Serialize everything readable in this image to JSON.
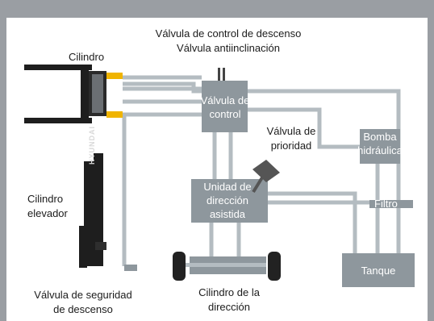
{
  "labels": {
    "cilindro": "Cilindro",
    "valvula_control_descenso": "Válvula de control de descenso",
    "valvula_antiinclinacion": "Válvula antiinclinación",
    "valvula_de_control_l1": "Válvula de",
    "valvula_de_control_l2": "control",
    "valvula_prioridad_l1": "Válvula de",
    "valvula_prioridad_l2": "prioridad",
    "bomba_l1": "Bomba",
    "bomba_l2": "hidráulica",
    "filtro": "Filtro",
    "unidad_l1": "Unidad de",
    "unidad_l2": "dirección",
    "unidad_l3": "asistida",
    "cilindro_elevador_l1": "Cilindro",
    "cilindro_elevador_l2": "elevador",
    "valvula_seguridad_l1": "Válvula de seguridad",
    "valvula_seguridad_l2": "de descenso",
    "cilindro_direccion_l1": "Cilindro de la",
    "cilindro_direccion_l2": "dirección",
    "tanque": "Tanque",
    "brand": "HYUNDAI"
  },
  "colors": {
    "frame": "#9a9ea3",
    "box": "#8e979d",
    "pipe": "#b4bcc1",
    "cylinder": "#f0b400",
    "mast": "#1e1e1e"
  }
}
